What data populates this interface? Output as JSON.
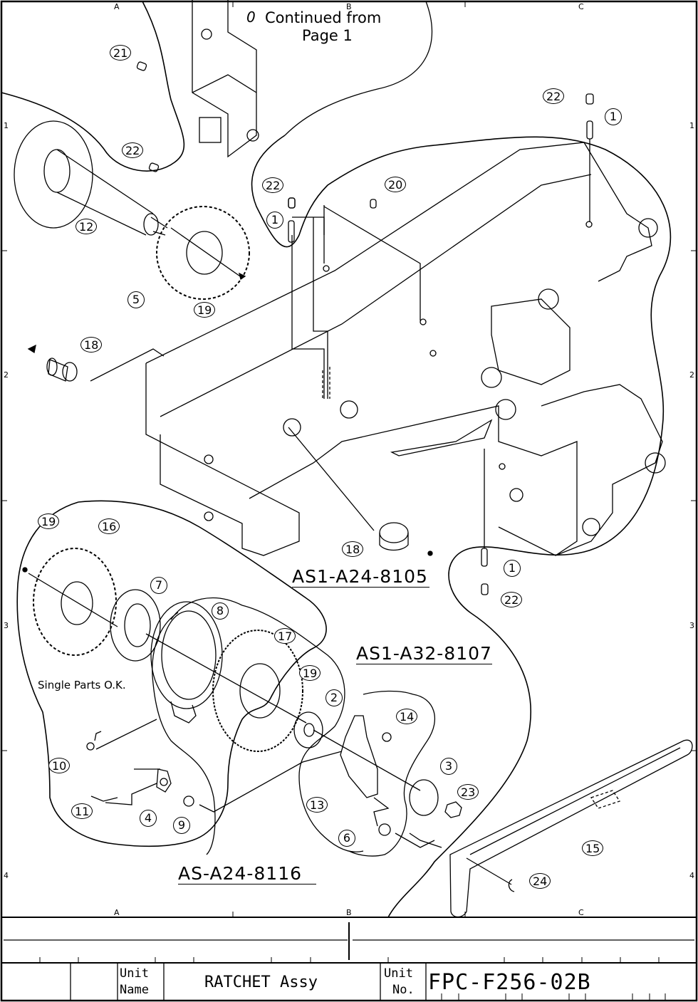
{
  "drawing": {
    "note_continued": "Continued from",
    "note_page": "Page 1",
    "note_single_parts": "Single Parts O.K.",
    "grid": {
      "columns": [
        "A",
        "B",
        "C"
      ],
      "rows": [
        "1",
        "2",
        "3",
        "4"
      ]
    },
    "assemblies": [
      {
        "code": "AS1-A24-8105"
      },
      {
        "code": "AS1-A32-8107"
      },
      {
        "code": "AS-A24-8116"
      }
    ],
    "callouts": [
      {
        "no": "21"
      },
      {
        "no": "22"
      },
      {
        "no": "12"
      },
      {
        "no": "22"
      },
      {
        "no": "5"
      },
      {
        "no": "19"
      },
      {
        "no": "22"
      },
      {
        "no": "1"
      },
      {
        "no": "22"
      },
      {
        "no": "20"
      },
      {
        "no": "1"
      },
      {
        "no": "18"
      },
      {
        "no": "18"
      },
      {
        "no": "1"
      },
      {
        "no": "22"
      },
      {
        "no": "19"
      },
      {
        "no": "16"
      },
      {
        "no": "7"
      },
      {
        "no": "8"
      },
      {
        "no": "17"
      },
      {
        "no": "19"
      },
      {
        "no": "2"
      },
      {
        "no": "14"
      },
      {
        "no": "10"
      },
      {
        "no": "3"
      },
      {
        "no": "23"
      },
      {
        "no": "11"
      },
      {
        "no": "4"
      },
      {
        "no": "9"
      },
      {
        "no": "13"
      },
      {
        "no": "6"
      },
      {
        "no": "15"
      },
      {
        "no": "24"
      }
    ]
  },
  "title_block": {
    "unit_name_label_1": "Unit",
    "unit_name_label_2": "Name",
    "unit_name": "RATCHET Assy",
    "unit_no_label_1": "Unit",
    "unit_no_label_2": "No.",
    "unit_no": "FPC-F256-02B"
  }
}
